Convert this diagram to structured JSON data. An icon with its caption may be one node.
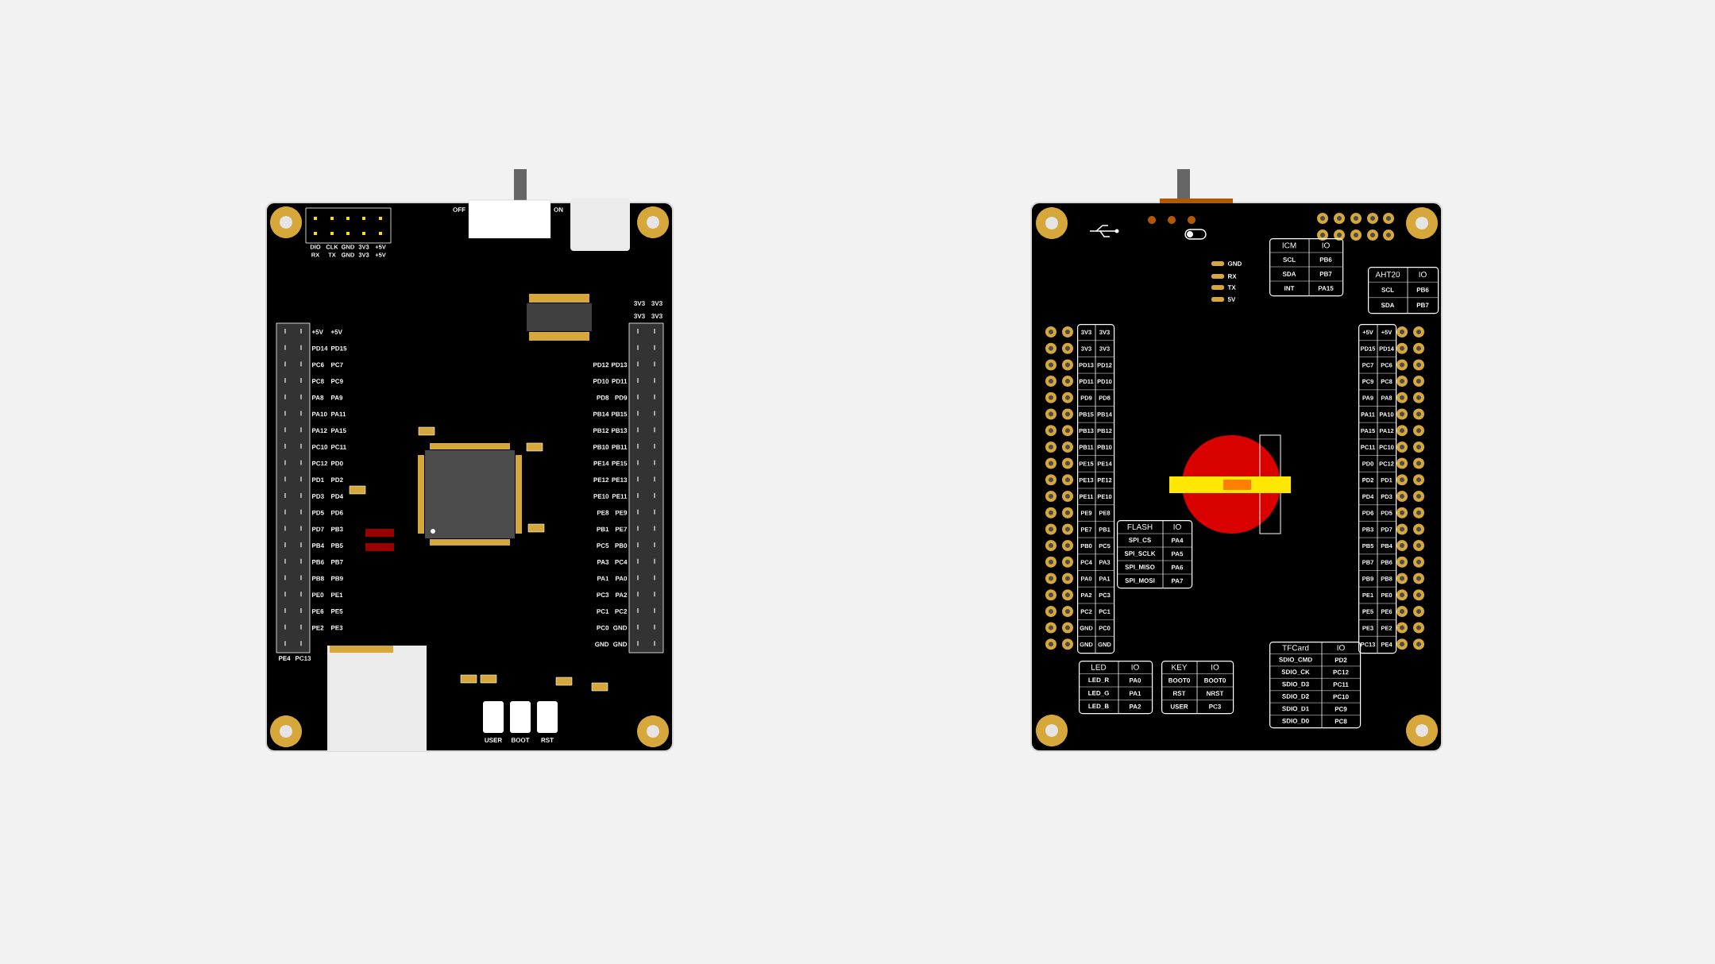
{
  "diagram": {
    "nodes": [
      {
        "text": [
          "ICM",
          "IO",
          "SCL",
          "PB6",
          "SDA",
          "PB7",
          "INT",
          "PA15"
        ]
      },
      {
        "text": [
          "AHT20",
          "IO",
          "SCL",
          "PB6",
          "SDA",
          "PB7"
        ]
      },
      {
        "text": [
          "3V3",
          "3V3",
          "3V3",
          "3V3",
          "PD13",
          "PD12",
          "PD11",
          "PD10",
          "PD9",
          "PD8",
          "PB15",
          "PB14",
          "PB13",
          "PB12",
          "PB11",
          "PB10",
          "PE15",
          "PE14",
          "PE13",
          "PE12",
          "PE11",
          "PE10",
          "PE9",
          "PE8",
          "PE7",
          "PB1",
          "PB0",
          "PC5",
          "PC4",
          "PA3",
          "PA0",
          "PA1",
          "PA2",
          "PC3",
          "PC2",
          "PC1",
          "GND",
          "PC0",
          "GND",
          "GND"
        ]
      },
      {
        "text": [
          "+5V",
          "+5V",
          "PD15",
          "PD14",
          "PC7",
          "PC6",
          "PC9",
          "PC8",
          "PA9",
          "PA8",
          "PA11",
          "PA10",
          "PA15",
          "PA12",
          "PC11",
          "PC10",
          "PD0",
          "PC12",
          "PD2",
          "PD1",
          "PD4",
          "PD3",
          "PD6",
          "PD5",
          "PB3",
          "PD7",
          "PB5",
          "PB4",
          "PB7",
          "PB6",
          "PB9",
          "PB8",
          "PE1",
          "PE0",
          "PE5",
          "PE6",
          "PE3",
          "PE2",
          "PC13",
          "PE4"
        ]
      },
      {
        "text": [
          "FLASH",
          "IO",
          "SPI_CS",
          "PA4",
          "SPI_SCLK",
          "PA5",
          "SPI_MISO",
          "PA6",
          "SPI_MOSI",
          "PA7"
        ]
      },
      {
        "text": [
          "LED",
          "IO",
          "LED_R",
          "PA0",
          "LED_G",
          "PA1",
          "LED_B",
          "PA2"
        ]
      },
      {
        "text": [
          "KEY",
          "IO",
          "BOOT0",
          "BOOT0",
          "RST",
          "NRST",
          "USER",
          "PC3"
        ]
      },
      {
        "text": [
          "TFCard",
          "IO",
          "SDIO_CMD",
          "PD2",
          "SDIO_CK",
          "PC12",
          "SDIO_D3",
          "PC11",
          "SDIO_D2",
          "PC10",
          "SDIO_D1",
          "PC9",
          "SDIO_D0",
          "PC8"
        ]
      }
    ],
    "labels": [
      "DIO",
      "CLK",
      "GND",
      "3V3",
      "+5V",
      "RX",
      "TX",
      "GND",
      "3V3",
      "+5V",
      "OFF",
      "ON",
      "3V3",
      "3V3",
      "3V3",
      "3V3",
      "+5V",
      "+5V",
      "PD14",
      "PD15",
      "PC6",
      "PC7",
      "PC8",
      "PC9",
      "PA8",
      "PA9",
      "PA10",
      "PA11",
      "PA12",
      "PA15",
      "PC10",
      "PC11",
      "PC12",
      "PD0",
      "PD1",
      "PD2",
      "PD3",
      "PD4",
      "PD5",
      "PD6",
      "PD7",
      "PB3",
      "PB4",
      "PB5",
      "PB6",
      "PB7",
      "PB8",
      "PB9",
      "PE0",
      "PE1",
      "PE6",
      "PE5",
      "PE2",
      "PE3",
      "PE4",
      "PC13",
      "PD12",
      "PD13",
      "PD10",
      "PD11",
      "PD8",
      "PD9",
      "PB14",
      "PB15",
      "PB12",
      "PB13",
      "PB10",
      "PB11",
      "PE14",
      "PE15",
      "PE12",
      "PE13",
      "PE10",
      "PE11",
      "PE8",
      "PE9",
      "PB1",
      "PE7",
      "PC5",
      "PB0",
      "PA3",
      "PC4",
      "PA1",
      "PA0",
      "PC3",
      "PA2",
      "PC1",
      "PC2",
      "PC0",
      "GND",
      "GND",
      "GND",
      "USER",
      "BOOT",
      "RST",
      "GND",
      "RX",
      "TX",
      "5V"
    ]
  }
}
